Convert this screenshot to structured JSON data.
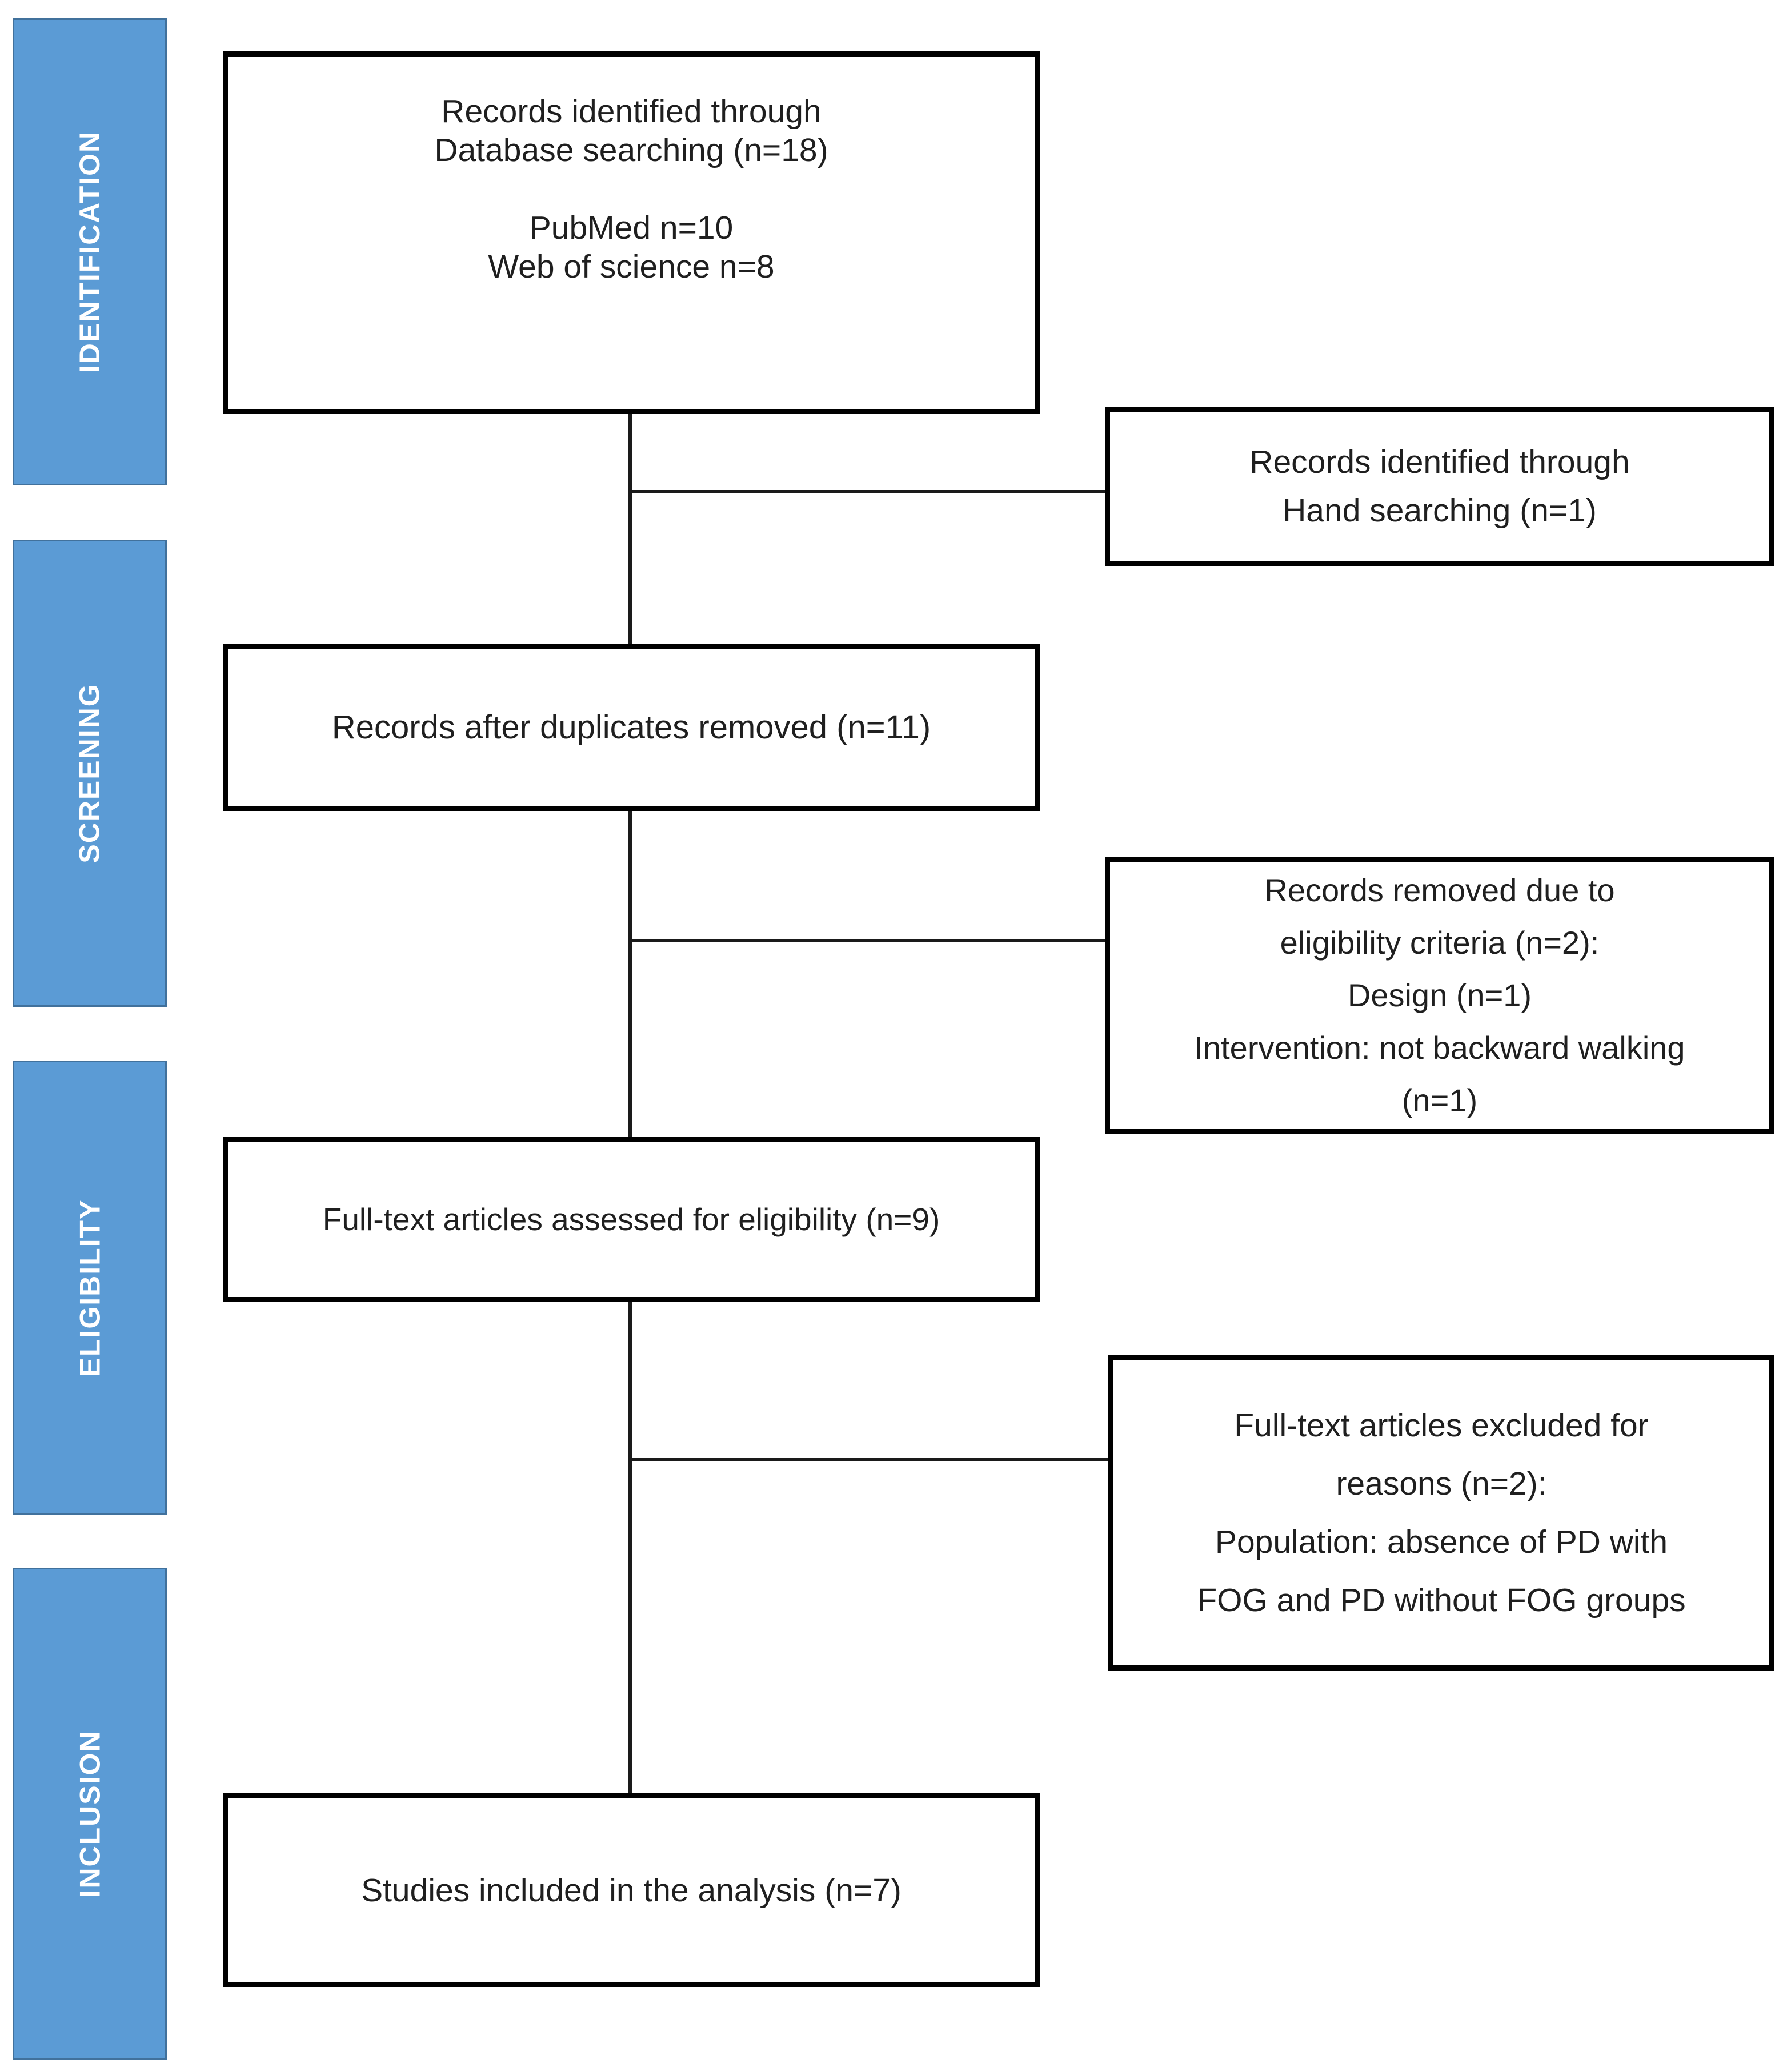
{
  "diagram": {
    "type": "prisma-flowchart",
    "colors": {
      "stage_fill": "#5B9BD5",
      "stage_border": "#41719C",
      "stage_text": "#FFFFFF",
      "box_fill": "#FFFFFF",
      "box_border": "#000000",
      "connector": "#1A1A1A",
      "text": "#1F1F1F",
      "background": "#FFFFFF"
    },
    "stages": [
      "IDENTIFICATION",
      "SCREENING",
      "ELIGIBILITY",
      "INCLUSION"
    ],
    "boxes": {
      "database_search": {
        "lines": [
          "Records identified through",
          "Database searching (n=18)",
          "",
          "PubMed n=10",
          "Web of science n=8"
        ]
      },
      "hand_search": {
        "lines": [
          "Records identified through",
          "Hand searching (n=1)"
        ]
      },
      "duplicates_removed": {
        "lines": [
          "Records after duplicates removed (n=11)"
        ]
      },
      "eligibility_removed": {
        "lines": [
          "Records removed due to",
          "eligibility criteria (n=2):",
          "Design (n=1)",
          "Intervention: not backward walking",
          "(n=1)"
        ]
      },
      "fulltext_assessed": {
        "lines": [
          "Full-text articles assessed for eligibility (n=9)"
        ]
      },
      "fulltext_excluded": {
        "lines": [
          "Full-text articles excluded for",
          "reasons (n=2):",
          "Population: absence of PD with",
          "FOG and PD without FOG groups"
        ]
      },
      "included": {
        "lines": [
          "Studies included in the analysis (n=7)"
        ]
      }
    }
  }
}
